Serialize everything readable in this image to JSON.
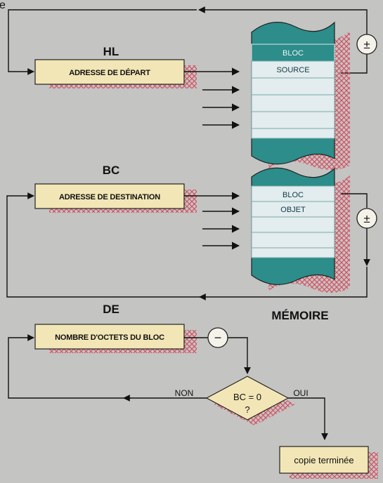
{
  "registers": {
    "hl": {
      "name": "HL",
      "box_label": "ADRESSE DE DÉPART"
    },
    "bc": {
      "name": "BC",
      "box_label": "ADRESSE DE DESTINATION"
    },
    "de": {
      "name": "DE",
      "box_label": "NOMBRE D'OCTETS DU BLOC"
    }
  },
  "memory": {
    "caption": "MÉMOIRE",
    "source_block": [
      "BLOC",
      "SOURCE"
    ],
    "target_block": [
      "BLOC",
      "OBJET"
    ]
  },
  "operators": {
    "plus_minus_top": "±",
    "plus_minus_mid": "±",
    "minus": "−"
  },
  "decision": {
    "condition_line1": "BC = 0",
    "condition_line2": "?",
    "no_label": "NON",
    "yes_label": "OUI"
  },
  "result": {
    "label": "copie terminée"
  },
  "edge_fragment": "e",
  "colors": {
    "background": "#c4c4c2",
    "box_fill": "#f2e6b6",
    "memory_teal": "#2c8d8a",
    "memory_light": "#e3ecee",
    "hatch": "#d6475a"
  }
}
